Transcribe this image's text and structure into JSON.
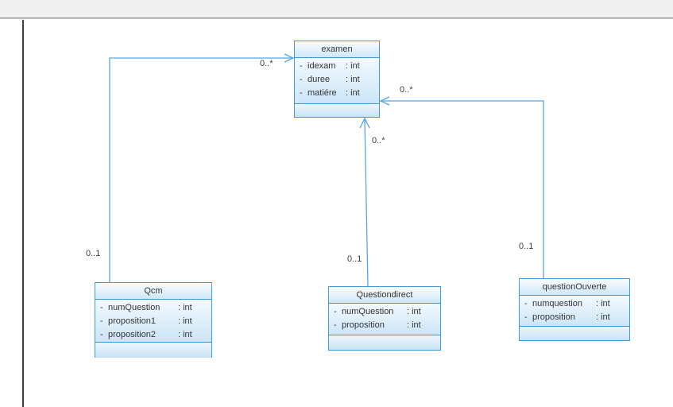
{
  "colors": {
    "class_border": "#3d9bd9",
    "class_fill_top": "#fbfdff",
    "class_fill_bottom": "#cbe5f7",
    "connector": "#55a6e8",
    "text": "#343434",
    "chrome_strip": "#f0f0f0"
  },
  "diagram": {
    "classes": [
      {
        "name": "examen",
        "attributes": [
          {
            "visibility": "-",
            "name": "idexam",
            "type": ": int"
          },
          {
            "visibility": "-",
            "name": "duree",
            "type": ": int"
          },
          {
            "visibility": "-",
            "name": "matiére",
            "type": ": int"
          }
        ],
        "methods": []
      },
      {
        "name": "Qcm",
        "attributes": [
          {
            "visibility": "-",
            "name": "numQuestion",
            "type": ": int"
          },
          {
            "visibility": "-",
            "name": "proposition1",
            "type": ": int"
          },
          {
            "visibility": "-",
            "name": "proposition2",
            "type": ": int"
          }
        ],
        "methods": []
      },
      {
        "name": "Questiondirect",
        "attributes": [
          {
            "visibility": "-",
            "name": "numQuestion",
            "type": ": int"
          },
          {
            "visibility": "-",
            "name": "proposition",
            "type": ": int"
          }
        ],
        "methods": []
      },
      {
        "name": "questionOuverte",
        "attributes": [
          {
            "visibility": "-",
            "name": "numquestion",
            "type": ": int"
          },
          {
            "visibility": "-",
            "name": "proposition",
            "type": ": int"
          }
        ],
        "methods": []
      }
    ],
    "connections": [
      {
        "source": "Qcm",
        "target": "examen",
        "source_multiplicity": "0..1",
        "target_multiplicity": "0..*"
      },
      {
        "source": "Questiondirect",
        "target": "examen",
        "source_multiplicity": "0..1",
        "target_multiplicity": "0..*"
      },
      {
        "source": "questionOuverte",
        "target": "examen",
        "source_multiplicity": "0..1",
        "target_multiplicity": "0..*"
      }
    ]
  }
}
